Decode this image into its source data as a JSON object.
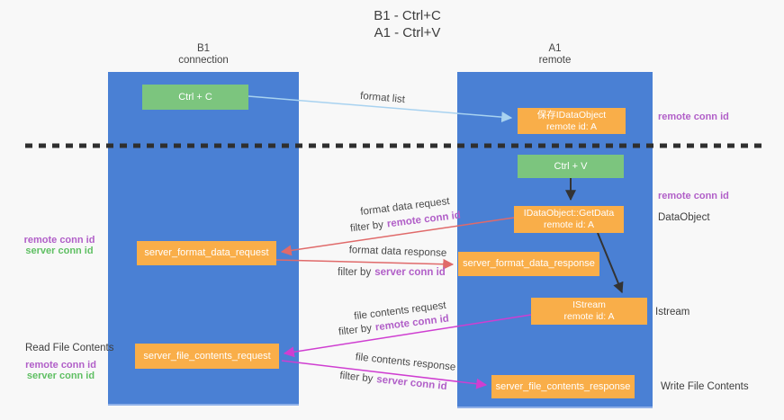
{
  "title": {
    "line1": "B1 - Ctrl+C",
    "line2": "A1 - Ctrl+V"
  },
  "columns": {
    "left": {
      "name": "B1",
      "subtitle": "connection"
    },
    "right": {
      "name": "A1",
      "subtitle": "remote"
    }
  },
  "nodes": {
    "ctrl_c": "Ctrl + C",
    "ctrl_v": "Ctrl + V",
    "saved_dataobject": {
      "line1": "保存IDataObject",
      "line2": "remote id: A"
    },
    "getdata": {
      "line1": "IDataObject::GetData",
      "line2": "remote id: A"
    },
    "istream": {
      "line1": "IStream",
      "line2": "remote id: A"
    },
    "server_format_data_request": "server_format_data_request",
    "server_format_data_response": "server_format_data_response",
    "server_file_contents_request": "server_file_contents_request",
    "server_file_contents_response": "server_file_contents_response"
  },
  "arrow_labels": {
    "format_list": "format list",
    "format_data_request": {
      "line": "format data request",
      "filter_prefix": "filter by",
      "filter_em": "remote conn id"
    },
    "format_data_response": {
      "line": "format data response",
      "filter_prefix": "filter by",
      "filter_em": "server conn id"
    },
    "file_contents_request": {
      "line": "file contents request",
      "filter_prefix": "filter by",
      "filter_em": "remote conn id"
    },
    "file_contents_response": {
      "line": "file contents response",
      "filter_prefix": "filter by",
      "filter_em": "server conn id"
    }
  },
  "side_labels": {
    "remote_conn_id_top_right": "remote conn id",
    "remote_conn_id_mid_right": "remote conn id",
    "dataobject": "DataObject",
    "istream": "Istream",
    "write_file_contents": "Write File Contents",
    "read_file_contents": "Read File Contents",
    "left_remote_conn_id": "remote conn id",
    "left_server_conn_id": "server conn id",
    "left_remote_conn_id_2": "remote conn id",
    "left_server_conn_id_2": "server conn id"
  },
  "colors": {
    "panel_blue": "#4a80d4",
    "node_orange": "#f9ae49",
    "node_green": "#7cc57e",
    "purple_text": "#b15fc8",
    "green_text": "#5fbf63",
    "red_arrow": "#e06a6a",
    "magenta_arrow": "#cf3ed1",
    "light_blue_arrow": "#a8d2f0",
    "black_line": "#333333",
    "background": "#f8f8f8"
  }
}
